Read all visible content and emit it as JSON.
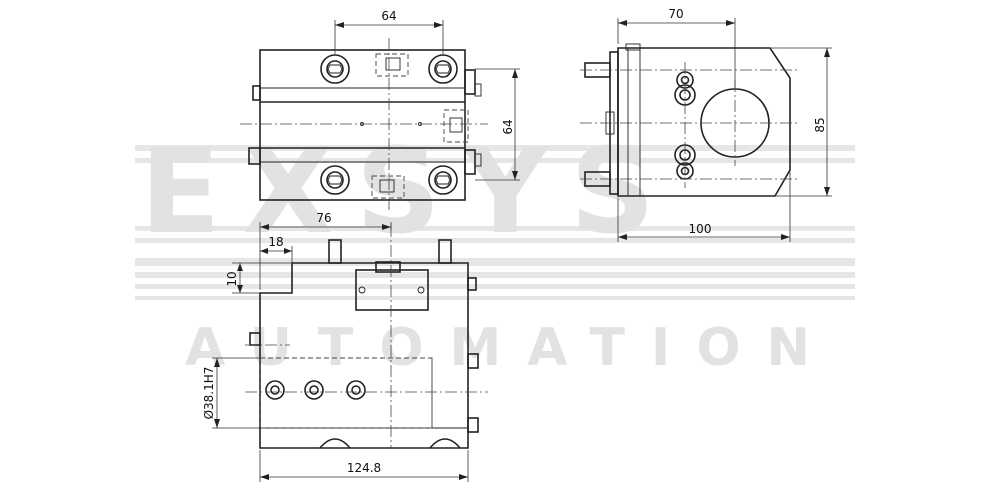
{
  "watermark": {
    "brand": "EXSYS",
    "subtitle": "AUTOMATION"
  },
  "dimensions": {
    "top_width": "64",
    "top_height": "64",
    "side_width": "70",
    "side_height": "85",
    "side_overall_width": "100",
    "front_offset": "76",
    "front_step_width": "18",
    "front_step_height": "10",
    "front_bore": "Ø38.1H7",
    "front_overall_width": "124.8"
  }
}
